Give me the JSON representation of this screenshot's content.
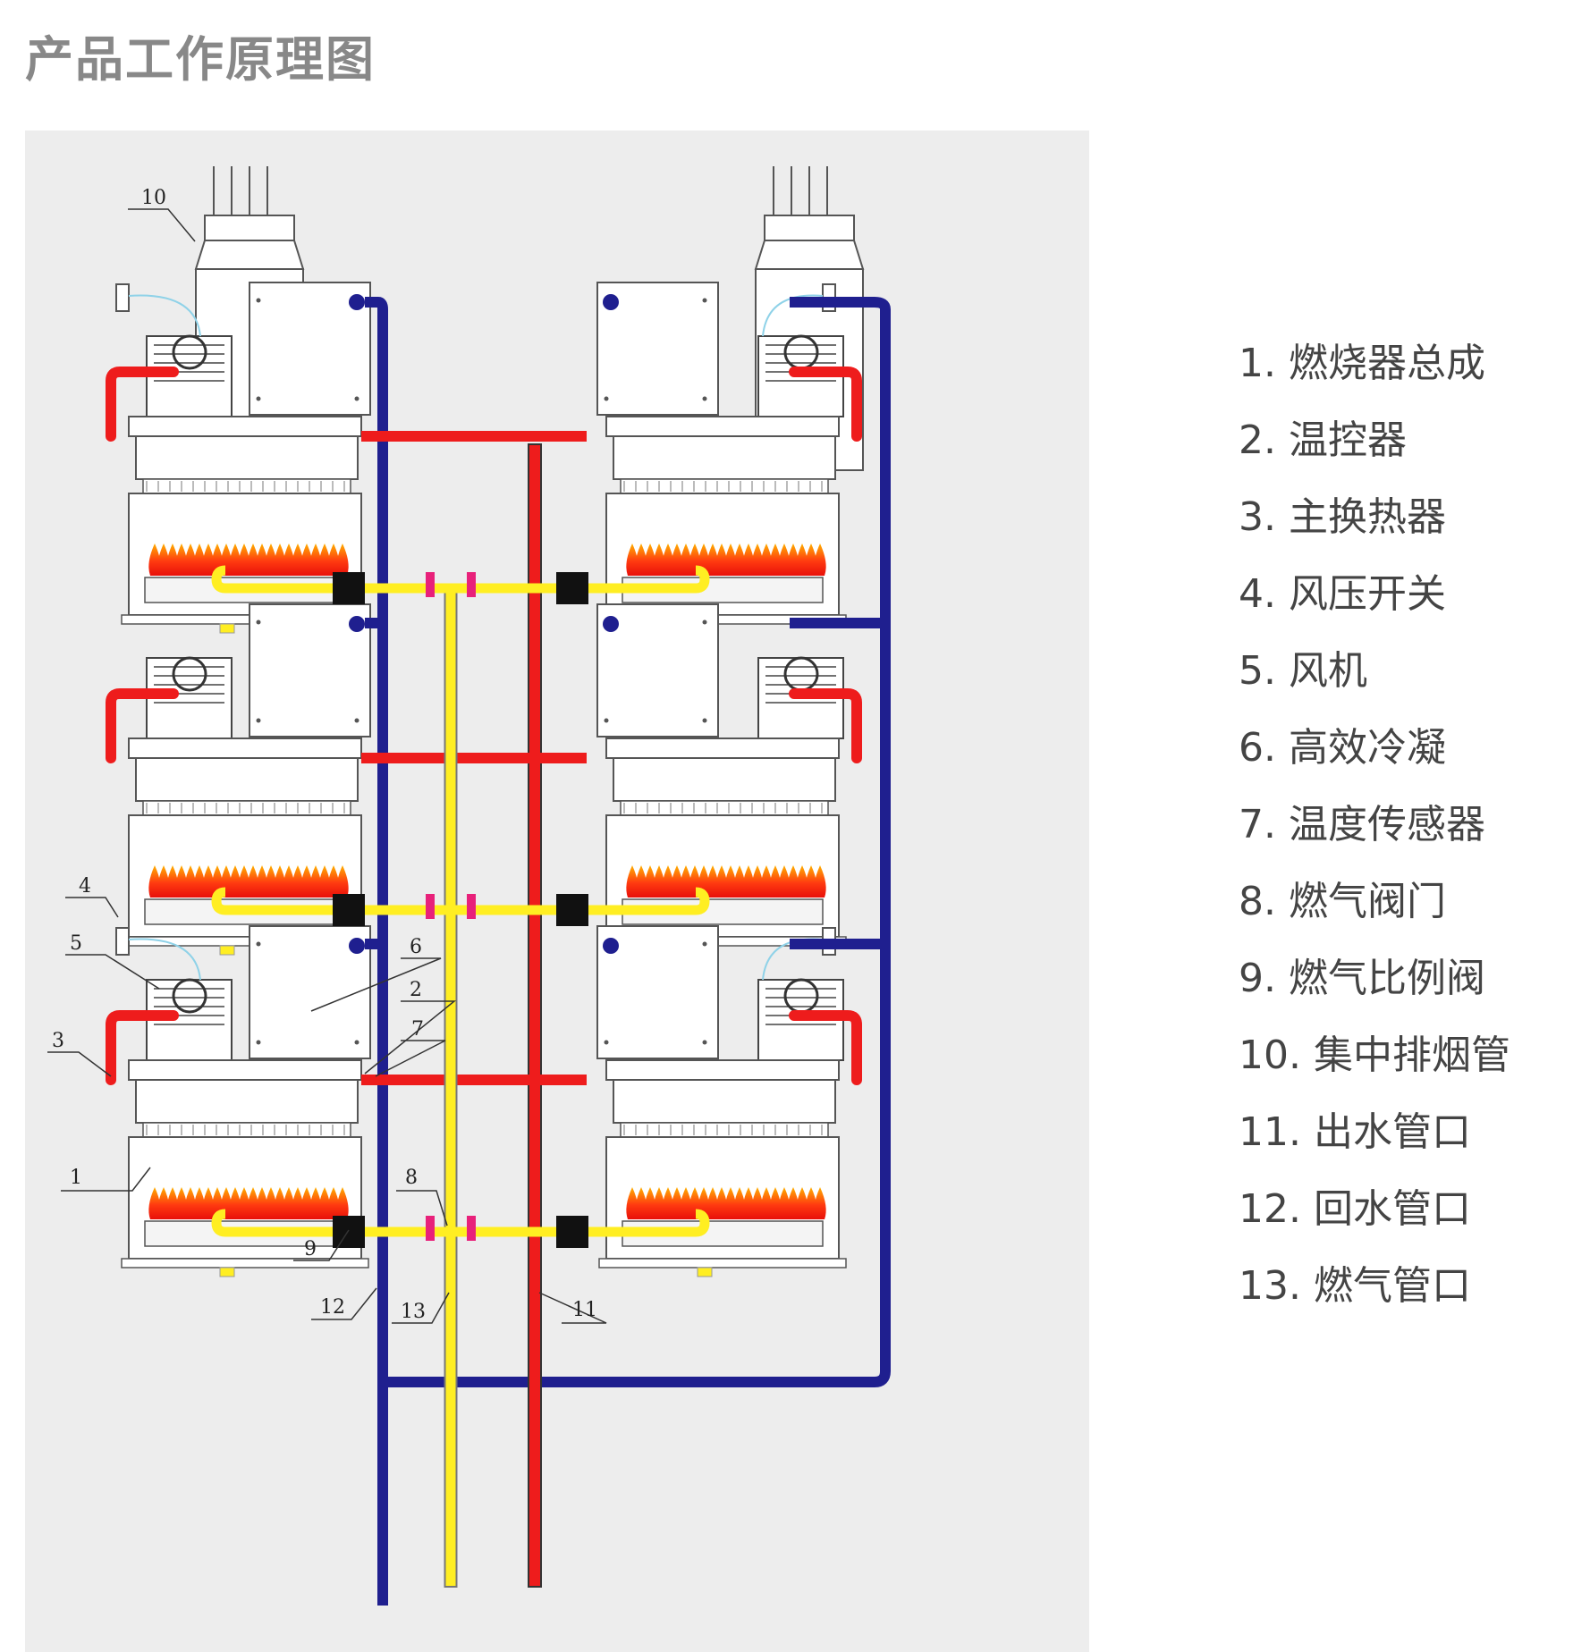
{
  "page": {
    "title": "产品工作原理图"
  },
  "colors": {
    "panel": "#ededed",
    "supply_pipe": "#ee1c1c",
    "return_pipe": "#1f1f8f",
    "gas_pipe": "#ffee22",
    "valve": "#e8217a",
    "flame": "#ff4a10",
    "outline": "#555555"
  },
  "callouts": [
    {
      "id": "1",
      "text": "1"
    },
    {
      "id": "2",
      "text": "2"
    },
    {
      "id": "3",
      "text": "3"
    },
    {
      "id": "4",
      "text": "4"
    },
    {
      "id": "5",
      "text": "5"
    },
    {
      "id": "6",
      "text": "6"
    },
    {
      "id": "7",
      "text": "7"
    },
    {
      "id": "8",
      "text": "8"
    },
    {
      "id": "9",
      "text": "9"
    },
    {
      "id": "10",
      "text": "10"
    },
    {
      "id": "11",
      "text": "11"
    },
    {
      "id": "12",
      "text": "12"
    },
    {
      "id": "13",
      "text": "13"
    }
  ],
  "legend": [
    "1. 燃烧器总成",
    "2. 温控器",
    "3. 主换热器",
    "4. 风压开关",
    "5. 风机",
    "6. 高效冷凝",
    "7. 温度传感器",
    "8. 燃气阀门",
    "9. 燃气比例阀",
    "10. 集中排烟管",
    "11. 出水管口",
    "12. 回水管口",
    "13. 燃气管口"
  ]
}
